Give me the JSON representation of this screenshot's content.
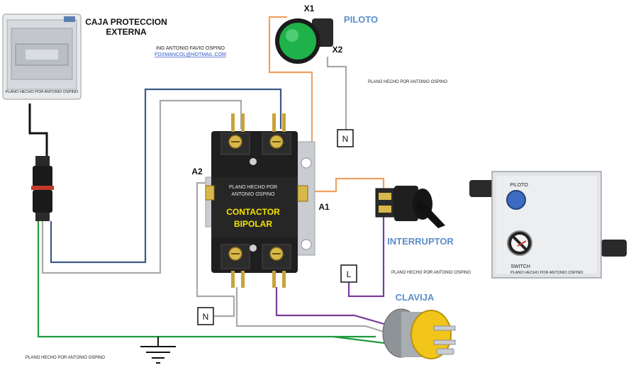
{
  "enclosure": {
    "title_line1": "CAJA PROTECCION",
    "title_line2": "EXTERNA",
    "box_caption": "PLANO HECHO POR ANTONIO OSPINO"
  },
  "author": {
    "name": "ING ANTONIO FAVIO OSPINO",
    "email": "FOXMANCOL@HOTMAIL.COM"
  },
  "pilot_light": {
    "label": "PILOTO",
    "terminal_1": "X1",
    "terminal_2": "X2",
    "color": "#1fb14a"
  },
  "contactor": {
    "text_line1": "PLANO HECHO POR",
    "text_line2": "ANTONIO OSPINO",
    "name_line1": "CONTACTOR",
    "name_line2": "BIPOLAR",
    "terminal_a1": "A1",
    "terminal_a2": "A2",
    "name_color": "#f5e400"
  },
  "switch": {
    "label": "INTERRUPTOR"
  },
  "plug": {
    "label": "CLAVIJA"
  },
  "terminals": {
    "neutral_top": "N",
    "neutral_bottom": "N",
    "line": "L"
  },
  "control_box": {
    "pilot_label": "PILOTO",
    "switch_label": "SWITCH",
    "caption": "PLANO HECHO POR ANTONIO OSPINO"
  },
  "watermarks": {
    "top_right": "PLANO HECHO POR ANTONIO OSPINO",
    "mid_right": "PLANO HECHO POR ANTONIO OSPINO",
    "bottom_left": "PLANO HECHO POR ANTONIO OSPINO"
  },
  "wire_colors": {
    "blue": "#3a5a85",
    "gray": "#a9a9a9",
    "orange": "#f0a060",
    "purple": "#7a3d99",
    "green": "#1e9a3c",
    "black": "#111111"
  }
}
